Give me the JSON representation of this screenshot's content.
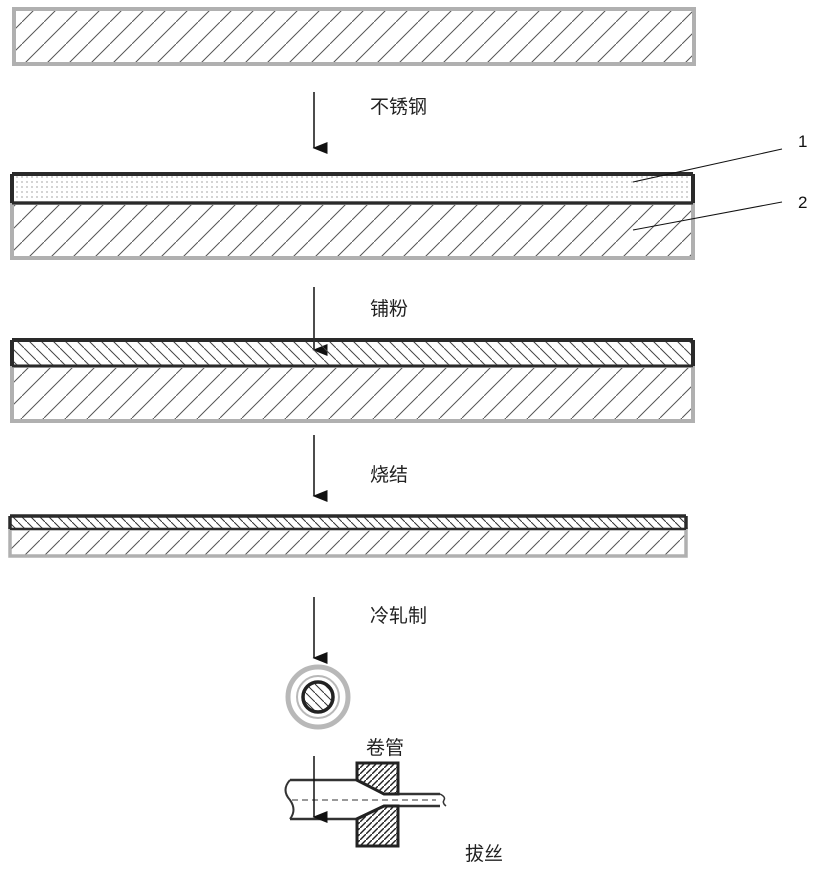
{
  "steps": {
    "stainless": "不锈钢",
    "powder": "铺粉",
    "sinter": "烧结",
    "cold_roll": "冷轧制",
    "roll_tube": "卷管",
    "draw_wire": "拔丝"
  },
  "callouts": {
    "layer_1": "1",
    "layer_2": "2"
  },
  "colors": {
    "outline_gray": "#b0b0b0",
    "outline_dark": "#2a2a2a",
    "hatch": "#555555",
    "die_fill": "#444444"
  }
}
